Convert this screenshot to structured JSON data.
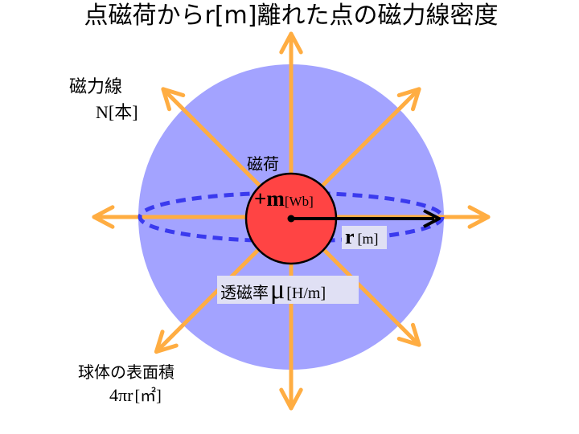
{
  "title": "点磁荷からr[m]離れた点の磁力線密度",
  "field_lines": {
    "label": "磁力線",
    "unit_label": "N[本]"
  },
  "charge": {
    "label": "磁荷",
    "symbol": "+m",
    "unit": "[Wb]"
  },
  "radius": {
    "symbol": "r",
    "unit": "[m]"
  },
  "permeability": {
    "label": "透磁率",
    "symbol": "μ",
    "unit": "[H/m]"
  },
  "surface_area": {
    "label": "球体の表面積",
    "formula": "4πr",
    "unit": "[㎡]"
  },
  "colors": {
    "sphere": "#a3a3ff",
    "arrow": "#ffad42",
    "charge_fill": "#ff4444",
    "equator": "#3a3aee",
    "label_bg": "#e0e0f4",
    "text": "#000000"
  },
  "icons": {
    "arrowheads": "chevron-arrow-icon"
  }
}
